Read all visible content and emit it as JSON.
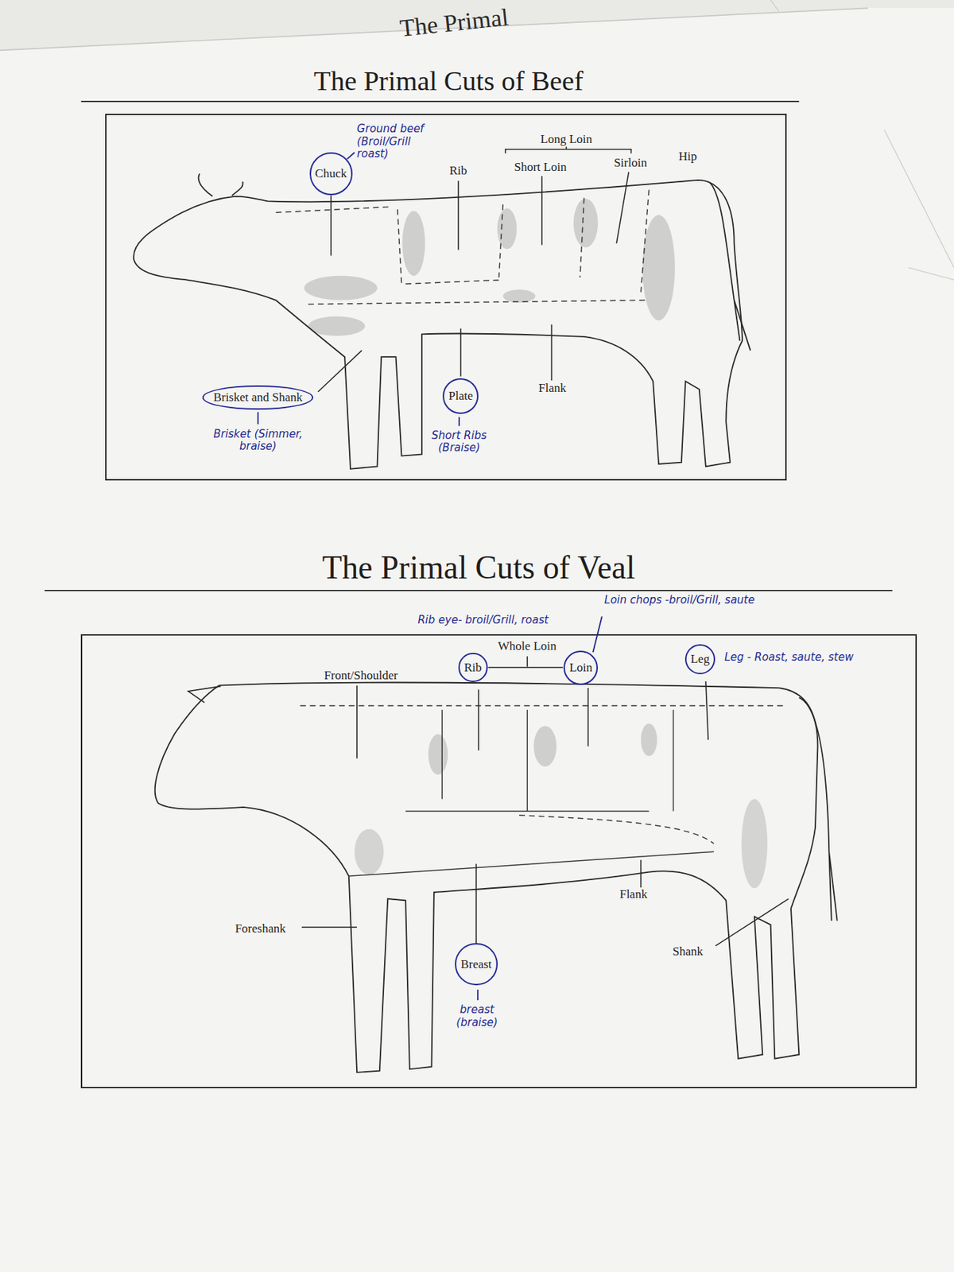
{
  "diagram": {
    "nodes": [
      {
        "text": [
          "The Primal Cuts of Beef"
        ]
      },
      {
        "text": [
          "Chuck"
        ],
        "in": 0
      },
      {
        "text": [
          "Brisket and Shank"
        ],
        "in": 0
      },
      {
        "text": [
          "Plate"
        ],
        "in": 0
      },
      {
        "text": [
          "The Primal Cuts of Veal"
        ]
      },
      {
        "text": [
          "Rib"
        ],
        "in": 4
      },
      {
        "text": [
          "Loin"
        ],
        "in": 4
      },
      {
        "text": [
          "Leg"
        ],
        "in": 4
      },
      {
        "text": [
          "Breast"
        ],
        "in": 4
      }
    ],
    "edges": [
      {
        "from": 5,
        "to": 6,
        "arrow": "none"
      }
    ],
    "labels": [
      "The Primal",
      "Ground beef (Broil/Grill roast)",
      "Rib",
      "Long Loin",
      "Short Loin",
      "Sirloin",
      "Hip",
      "Flank",
      "Brisket (Simmer, braise)",
      "Short Ribs (Braise)",
      "Rib eye- broil/Grill, roast",
      "Whole Loin",
      "Loin chops -broil/Grill, saute",
      "Front/Shoulder",
      "Leg - Roast, saute, stew",
      "Foreshank",
      "Flank",
      "Shank",
      "breast (braise)"
    ]
  }
}
